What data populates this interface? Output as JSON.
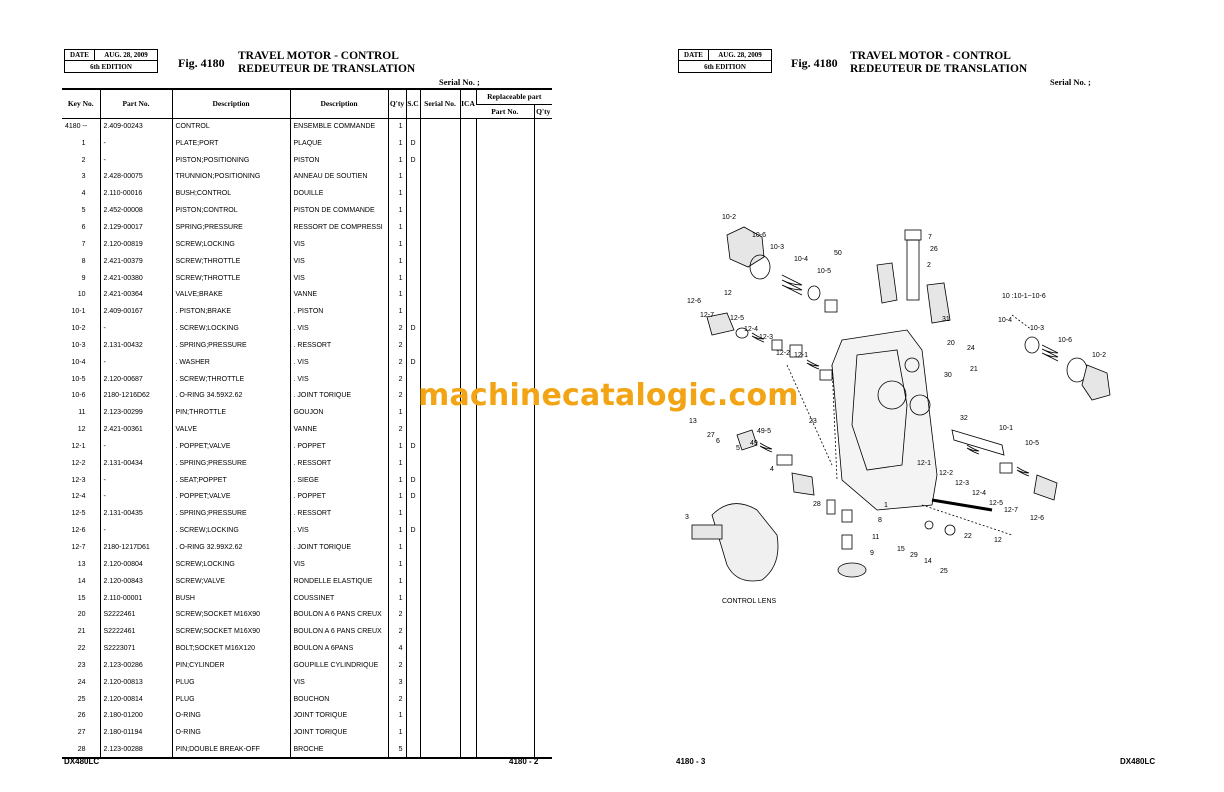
{
  "header": {
    "date_label": "DATE",
    "date_value": "AUG. 28, 2009",
    "edition": "6th EDITION",
    "fig_no": "Fig. 4180",
    "title_en": "TRAVEL MOTOR - CONTROL",
    "title_fr": "REDEUTEUR DE TRANSLATION",
    "serial_label": "Serial No. ;"
  },
  "columns": {
    "key_no": "Key No.",
    "part_no": "Part No.",
    "description": "Description",
    "description_fr": "Description",
    "qty": "Q'ty",
    "sc": "S.C",
    "serial_no": "Serial No.",
    "ica": "ICA",
    "replaceable": "Replaceable part",
    "rep_part_no": "Part No.",
    "rep_qty": "Q'ty"
  },
  "rows": [
    {
      "key": "4180 --",
      "part": "2.409-00243",
      "desc": "CONTROL",
      "desc_fr": "ENSEMBLE COMMANDE",
      "qty": "1",
      "sc": ""
    },
    {
      "key": "1",
      "part": "-",
      "desc": "PLATE;PORT",
      "desc_fr": "PLAQUE",
      "qty": "1",
      "sc": "D"
    },
    {
      "key": "2",
      "part": "-",
      "desc": "PISTON;POSITIONING",
      "desc_fr": "PISTON",
      "qty": "1",
      "sc": "D"
    },
    {
      "key": "3",
      "part": "2.428-00075",
      "desc": "TRUNNION;POSITIONING",
      "desc_fr": "ANNEAU DE SOUTIEN",
      "qty": "1",
      "sc": ""
    },
    {
      "key": "4",
      "part": "2.110-00016",
      "desc": "BUSH;CONTROL",
      "desc_fr": "DOUILLE",
      "qty": "1",
      "sc": ""
    },
    {
      "key": "5",
      "part": "2.452-00008",
      "desc": "PISTON;CONTROL",
      "desc_fr": "PISTON DE COMMANDE",
      "qty": "1",
      "sc": ""
    },
    {
      "key": "6",
      "part": "2.129-00017",
      "desc": "SPRING;PRESSURE",
      "desc_fr": "RESSORT DE COMPRESSI",
      "qty": "1",
      "sc": ""
    },
    {
      "key": "7",
      "part": "2.120-00819",
      "desc": "SCREW;LOCKING",
      "desc_fr": "VIS",
      "qty": "1",
      "sc": ""
    },
    {
      "key": "8",
      "part": "2.421-00379",
      "desc": "SCREW;THROTTLE",
      "desc_fr": "VIS",
      "qty": "1",
      "sc": ""
    },
    {
      "key": "9",
      "part": "2.421-00380",
      "desc": "SCREW;THROTTLE",
      "desc_fr": "VIS",
      "qty": "1",
      "sc": ""
    },
    {
      "key": "10",
      "part": "2.421-00364",
      "desc": "VALVE;BRAKE",
      "desc_fr": "VANNE",
      "qty": "1",
      "sc": ""
    },
    {
      "key": "10-1",
      "part": "2.409-00167",
      "desc": ". PISTON;BRAKE",
      "desc_fr": ". PISTON",
      "qty": "1",
      "sc": ""
    },
    {
      "key": "10-2",
      "part": "-",
      "desc": ". SCREW;LOCKING",
      "desc_fr": ". VIS",
      "qty": "2",
      "sc": "D"
    },
    {
      "key": "10-3",
      "part": "2.131-00432",
      "desc": ". SPRING;PRESSURE",
      "desc_fr": ". RESSORT",
      "qty": "2",
      "sc": ""
    },
    {
      "key": "10-4",
      "part": "-",
      "desc": ". WASHER",
      "desc_fr": ". VIS",
      "qty": "2",
      "sc": "D"
    },
    {
      "key": "10-5",
      "part": "2.120-00687",
      "desc": ". SCREW;THROTTLE",
      "desc_fr": ". VIS",
      "qty": "2",
      "sc": ""
    },
    {
      "key": "10-6",
      "part": "2180-1216D62",
      "desc": ". O-RING 34.59X2.62",
      "desc_fr": ". JOINT TORIQUE",
      "qty": "2",
      "sc": ""
    },
    {
      "key": "11",
      "part": "2.123-00299",
      "desc": "PIN;THROTTLE",
      "desc_fr": "GOUJON",
      "qty": "1",
      "sc": ""
    },
    {
      "key": "12",
      "part": "2.421-00361",
      "desc": "VALVE",
      "desc_fr": "VANNE",
      "qty": "2",
      "sc": ""
    },
    {
      "key": "12-1",
      "part": "-",
      "desc": ". POPPET;VALVE",
      "desc_fr": ". POPPET",
      "qty": "1",
      "sc": "D"
    },
    {
      "key": "12-2",
      "part": "2.131-00434",
      "desc": ". SPRING;PRESSURE",
      "desc_fr": ". RESSORT",
      "qty": "1",
      "sc": ""
    },
    {
      "key": "12-3",
      "part": "-",
      "desc": ". SEAT;POPPET",
      "desc_fr": ". SIEGE",
      "qty": "1",
      "sc": "D"
    },
    {
      "key": "12-4",
      "part": "-",
      "desc": ". POPPET;VALVE",
      "desc_fr": ". POPPET",
      "qty": "1",
      "sc": "D"
    },
    {
      "key": "12-5",
      "part": "2.131-00435",
      "desc": ". SPRING;PRESSURE",
      "desc_fr": ". RESSORT",
      "qty": "1",
      "sc": ""
    },
    {
      "key": "12-6",
      "part": "-",
      "desc": ". SCREW;LOCKING",
      "desc_fr": ". VIS",
      "qty": "1",
      "sc": "D"
    },
    {
      "key": "12-7",
      "part": "2180-1217D61",
      "desc": ". O-RING 32.99X2.62",
      "desc_fr": ". JOINT TORIQUE",
      "qty": "1",
      "sc": ""
    },
    {
      "key": "13",
      "part": "2.120-00804",
      "desc": "SCREW;LOCKING",
      "desc_fr": "VIS",
      "qty": "1",
      "sc": ""
    },
    {
      "key": "14",
      "part": "2.120-00843",
      "desc": "SCREW;VALVE",
      "desc_fr": "RONDELLE ELASTIQUE",
      "qty": "1",
      "sc": ""
    },
    {
      "key": "15",
      "part": "2.110-00001",
      "desc": "BUSH",
      "desc_fr": "COUSSINET",
      "qty": "1",
      "sc": ""
    },
    {
      "key": "20",
      "part": "S2222461",
      "desc": "SCREW;SOCKET M16X90",
      "desc_fr": "BOULON A 6 PANS CREUX",
      "qty": "2",
      "sc": ""
    },
    {
      "key": "21",
      "part": "S2222461",
      "desc": "SCREW;SOCKET M16X90",
      "desc_fr": "BOULON A 6 PANS CREUX",
      "qty": "2",
      "sc": ""
    },
    {
      "key": "22",
      "part": "S2223071",
      "desc": "BOLT;SOCKET M16X120",
      "desc_fr": "BOULON A 6PANS",
      "qty": "4",
      "sc": ""
    },
    {
      "key": "23",
      "part": "2.123-00286",
      "desc": "PIN;CYLINDER",
      "desc_fr": "GOUPILLE CYLINDRIQUE",
      "qty": "2",
      "sc": ""
    },
    {
      "key": "24",
      "part": "2.120-00813",
      "desc": "PLUG",
      "desc_fr": "VIS",
      "qty": "3",
      "sc": ""
    },
    {
      "key": "25",
      "part": "2.120-00814",
      "desc": "PLUG",
      "desc_fr": "BOUCHON",
      "qty": "2",
      "sc": ""
    },
    {
      "key": "26",
      "part": "2.180-01200",
      "desc": "O-RING",
      "desc_fr": "JOINT TORIQUE",
      "qty": "1",
      "sc": ""
    },
    {
      "key": "27",
      "part": "2.180-01194",
      "desc": "O-RING",
      "desc_fr": "JOINT TORIQUE",
      "qty": "1",
      "sc": ""
    },
    {
      "key": "28",
      "part": "2.123-00288",
      "desc": "PIN;DOUBLE BREAK-OFF",
      "desc_fr": "BROCHE",
      "qty": "5",
      "sc": ""
    }
  ],
  "footer": {
    "model": "DX480LC",
    "page_left": "4180 - 2",
    "page_right": "4180 - 3"
  },
  "diagram": {
    "labels": [
      "10-2",
      "10-6",
      "10-3",
      "10-4",
      "10-5",
      "50",
      "7",
      "26",
      "2",
      "12-6",
      "12",
      "12-7",
      "12-5",
      "12-4",
      "12-3",
      "12-2",
      "12-1",
      "31",
      "20",
      "24",
      "30",
      "21",
      "10 :10-1~10-6",
      "10-4",
      "10-3",
      "10-6",
      "10-2",
      "13",
      "27",
      "6",
      "5",
      "49-5",
      "49",
      "23",
      "32",
      "10-1",
      "10-5",
      "12-1",
      "12-2",
      "12-3",
      "12-4",
      "12-5",
      "12-7",
      "12-6",
      "12",
      "4",
      "28",
      "1",
      "8",
      "11",
      "9",
      "22",
      "15",
      "29",
      "14",
      "25",
      "3"
    ],
    "caption": "CONTROL LENS",
    "watermark": "machinecatalogic.com"
  }
}
